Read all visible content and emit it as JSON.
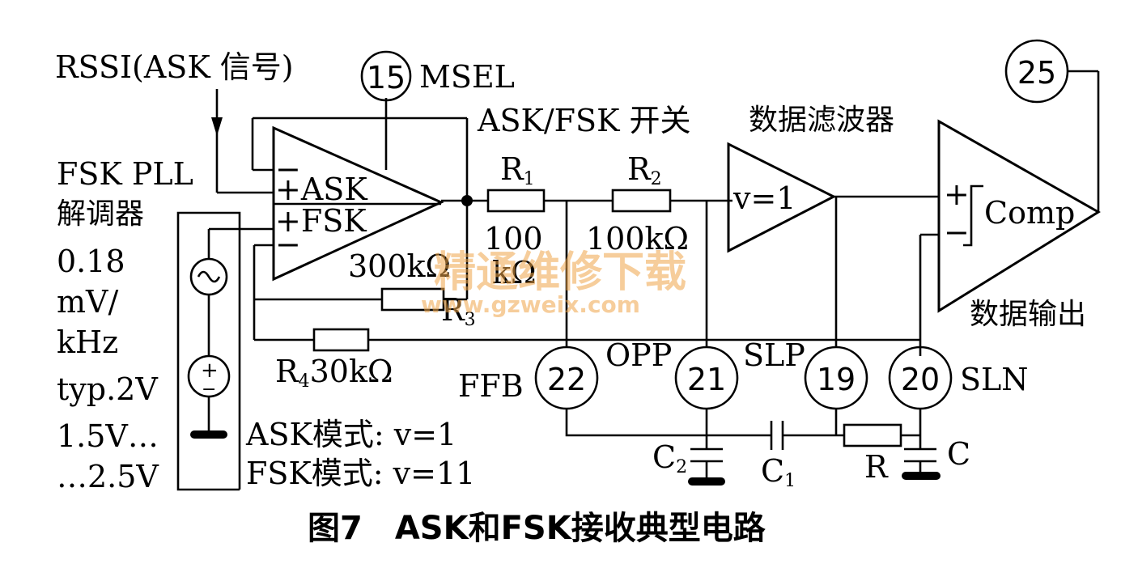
{
  "labels": {
    "rssi": "RSSI(ASK 信号)",
    "fsk_pll_1": "FSK PLL",
    "fsk_pll_2": "解调器",
    "spec_1": "0.18",
    "spec_2": "mV/",
    "spec_3": "kHz",
    "spec_4": "typ.2V",
    "spec_5": "1.5V…",
    "spec_6": "…2.5V",
    "msel": "MSEL",
    "switch": "ASK/FSK 开关",
    "filter": "数据滤波器",
    "data_out": "数据输出",
    "ask_mode": "ASK模式: v=1",
    "fsk_mode": "FSK模式: v=11",
    "caption": "图7　ASK和FSK接收典型电路"
  },
  "amp": {
    "in_minus_top": "−",
    "in_plus_ask": "+ASK",
    "in_plus_fsk": "+FSK",
    "in_minus_bottom": "−"
  },
  "buffer": {
    "label": "v=1"
  },
  "comparator": {
    "label": "Comp",
    "plus": "+",
    "minus": "−"
  },
  "pins": {
    "p15": "15",
    "p25": "25",
    "p22": "22",
    "p21": "21",
    "p19": "19",
    "p20": "20",
    "ffb": "FFB",
    "opp": "OPP",
    "slp": "SLP",
    "sln": "SLN"
  },
  "components": {
    "r1_name": "R",
    "r1_sub": "1",
    "r1_val_1": "100",
    "r1_val_2": "kΩ",
    "r2_name": "R",
    "r2_sub": "2",
    "r2_val": "100kΩ",
    "r3_val": "300kΩ",
    "r3_name": "R",
    "r3_sub": "3",
    "r4_name": "R",
    "r4_sub": "4",
    "r4_val": "30kΩ",
    "c1_name": "C",
    "c1_sub": "1",
    "c2_name": "C",
    "c2_sub": "2",
    "r_name": "R",
    "c_name": "C"
  },
  "source": {
    "dc_plus": "+",
    "dc_minus": "−"
  },
  "watermark": {
    "cn": "精通维修下载",
    "url": "www.gzweix.com"
  }
}
